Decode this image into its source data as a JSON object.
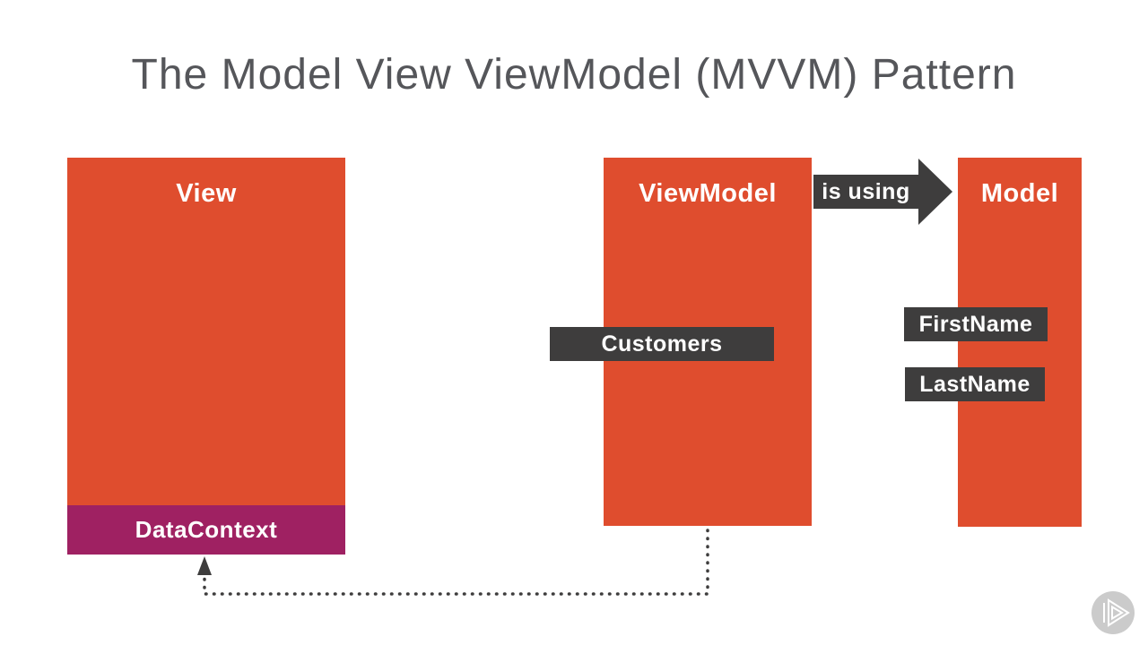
{
  "slide": {
    "title": "The Model View ViewModel (MVVM) Pattern"
  },
  "diagram": {
    "view": {
      "label": "View"
    },
    "datacontext": {
      "label": "DataContext"
    },
    "viewmodel": {
      "label": "ViewModel"
    },
    "model": {
      "label": "Model"
    },
    "customers": {
      "label": "Customers"
    },
    "firstname": {
      "label": "FirstName"
    },
    "lastname": {
      "label": "LastName"
    },
    "arrow": {
      "label": "is using"
    },
    "connector": {
      "description": "dotted line from ViewModel bottom to DataContext, arrow pointing up"
    }
  },
  "colors": {
    "box_orange": "#DF4D2E",
    "box_magenta": "#9F2162",
    "box_dark": "#3E3D3D",
    "title_gray": "#55565A",
    "badge_gray": "#CBCBCB",
    "background": "#FFFFFF"
  },
  "icons": {
    "play_badge": "pluralsight-play-icon"
  }
}
